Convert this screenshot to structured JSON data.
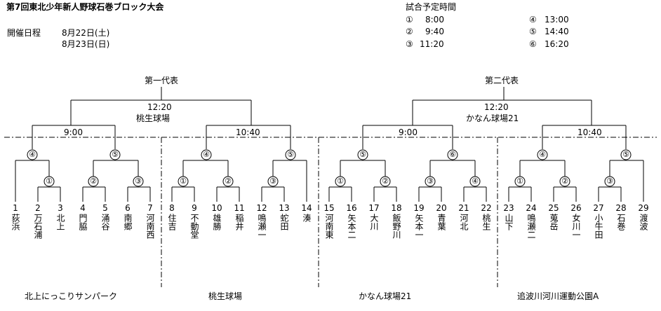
{
  "header": {
    "title": "第7回東北少年新人野球石巻ブロック大会",
    "schedule_label": "開催日程",
    "dates": [
      "8月22日(土)",
      "8月23日(日)"
    ],
    "times_title": "試合予定時間",
    "times_left": [
      {
        "mark": "①",
        "time": "8:00"
      },
      {
        "mark": "②",
        "time": "9:40"
      },
      {
        "mark": "③",
        "time": "11:20"
      }
    ],
    "times_right": [
      {
        "mark": "④",
        "time": "13:00"
      },
      {
        "mark": "⑤",
        "time": "14:40"
      },
      {
        "mark": "⑥",
        "time": "16:20"
      }
    ]
  },
  "bracket": {
    "reps": [
      "第一代表",
      "第二代表"
    ],
    "finals": [
      {
        "time": "12:20",
        "venue": "桃生球場"
      },
      {
        "time": "12:20",
        "venue": "かなん球場21"
      }
    ],
    "semis_times": [
      "9:00",
      "10:40",
      "9:00",
      "10:40"
    ],
    "round_marks": {
      "r2": [
        "④",
        "⑤",
        "④",
        "⑤",
        "⑤",
        "⑥",
        "④",
        "⑤"
      ],
      "r1": [
        "①",
        "②",
        "③",
        "①",
        "②",
        "③",
        "①",
        "②",
        "③",
        "④",
        "①",
        "②",
        "③"
      ]
    },
    "teams": [
      {
        "num": "1",
        "name": "荻浜"
      },
      {
        "num": "2",
        "name": "万石浦"
      },
      {
        "num": "3",
        "name": "北上"
      },
      {
        "num": "4",
        "name": "門脇"
      },
      {
        "num": "5",
        "name": "涌谷"
      },
      {
        "num": "6",
        "name": "南郷"
      },
      {
        "num": "7",
        "name": "河南西"
      },
      {
        "num": "8",
        "name": "住吉"
      },
      {
        "num": "9",
        "name": "不動堂"
      },
      {
        "num": "10",
        "name": "雄勝"
      },
      {
        "num": "11",
        "name": "稲井"
      },
      {
        "num": "12",
        "name": "鳴瀬一"
      },
      {
        "num": "13",
        "name": "蛇田"
      },
      {
        "num": "14",
        "name": "湊"
      },
      {
        "num": "15",
        "name": "河南東"
      },
      {
        "num": "16",
        "name": "矢本二"
      },
      {
        "num": "17",
        "name": "大川"
      },
      {
        "num": "18",
        "name": "飯野川"
      },
      {
        "num": "19",
        "name": "矢本一"
      },
      {
        "num": "20",
        "name": "青葉"
      },
      {
        "num": "21",
        "name": "河北"
      },
      {
        "num": "22",
        "name": "桃生"
      },
      {
        "num": "23",
        "name": "山下"
      },
      {
        "num": "24",
        "name": "鳴瀬二"
      },
      {
        "num": "25",
        "name": "蒐岳"
      },
      {
        "num": "26",
        "name": "女川一"
      },
      {
        "num": "27",
        "name": "小牛田"
      },
      {
        "num": "28",
        "name": "石巻"
      },
      {
        "num": "29",
        "name": "渡波"
      }
    ]
  },
  "venues_footer": [
    "北上にっこりサンパーク",
    "桃生球場",
    "かなん球場21",
    "追波川河川運動公園A"
  ]
}
